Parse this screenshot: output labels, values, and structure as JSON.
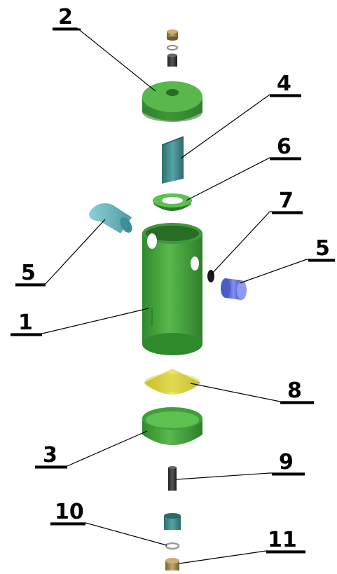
{
  "labels": {
    "part_1": "1",
    "part_2": "2",
    "part_3": "3",
    "part_4": "4",
    "part_5_left": "5",
    "part_5_right": "5",
    "part_6": "6",
    "part_7": "7",
    "part_8": "8",
    "part_9": "9",
    "part_10": "10",
    "part_11": "11"
  },
  "colors": {
    "green": "#3f9e3a",
    "green_light": "#5cc14f",
    "green_dark": "#2c7a2a",
    "teal": "#3d8e8e",
    "blue": "#5a6fd6",
    "yellow": "#d8cf3a",
    "bronze": "#a08a4e",
    "black": "#000000"
  }
}
